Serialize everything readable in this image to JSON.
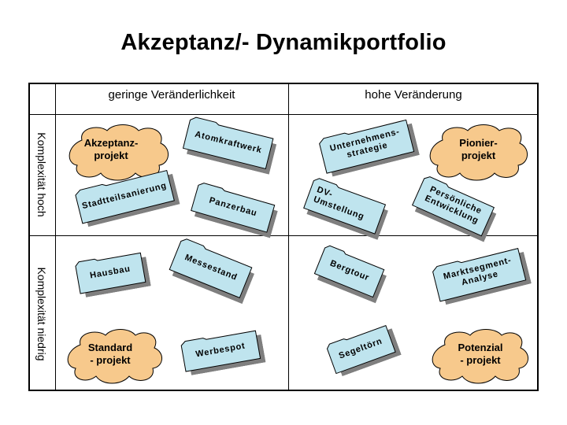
{
  "title": "Akzeptanz/- Dynamikportfolio",
  "columns": [
    "geringe Veränderlichkeit",
    "hohe Veränderung"
  ],
  "rows": [
    "Komplexität hoch",
    "Komplexität niedrig"
  ],
  "clouds": {
    "akzeptanz": "Akzeptanz-\nprojekt",
    "pionier": "Pionier-\nprojekt",
    "standard": "Standard\n- projekt",
    "potenzial": "Potenzial\n- projekt"
  },
  "cards": {
    "atomkraftwerk": "Atomkraftwerk",
    "unternehmensstrategie": "Unternehmens-\nstrategie",
    "stadtteilsanierung": "Stadtteilsanierung",
    "panzerbau": "Panzerbau",
    "dv_umstellung": "DV-\nUmstellung",
    "persoenliche_entwicklung": "Persönliche\nEntwicklung",
    "hausbau": "Hausbau",
    "messestand": "Messestand",
    "bergtour": "Bergtour",
    "marktsegment_analyse": "Marktsegment-\nAnalyse",
    "werbespot": "Werbespot",
    "segeltoern": "Segeltörn"
  },
  "colors": {
    "cloud_fill": "#f7c98c",
    "card_fill": "#bfe4ee",
    "shadow": "#7f7f7f"
  }
}
